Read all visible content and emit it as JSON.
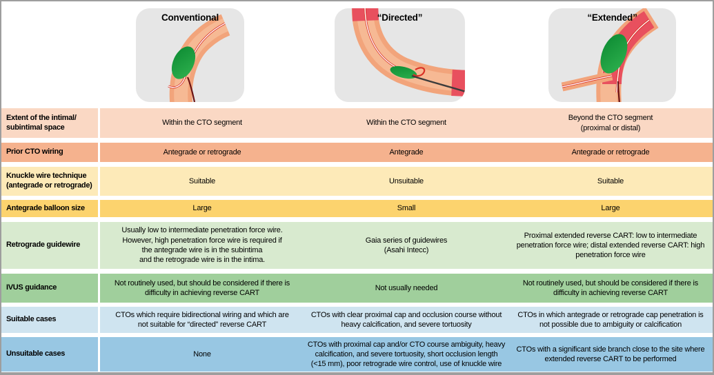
{
  "table": {
    "columns": [
      {
        "title": "Conventional"
      },
      {
        "title": "“Directed”"
      },
      {
        "title": "“Extended”"
      }
    ],
    "rows": [
      {
        "label": "Extent of the intimal/\nsubintimal space",
        "color": "#fad8c4",
        "cells": [
          "Within the CTO segment",
          "Within the CTO segment",
          "Beyond the CTO segment\n(proximal or distal)"
        ]
      },
      {
        "label": "Prior CTO wiring",
        "color": "#f5b28e",
        "cells": [
          "Antegrade or retrograde",
          "Antegrade",
          "Antegrade or retrograde"
        ]
      },
      {
        "label": "Knuckle wire technique\n(antegrade or retrograde)",
        "color": "#fdeab8",
        "cells": [
          "Suitable",
          "Unsuitable",
          "Suitable"
        ]
      },
      {
        "label": "Antegrade balloon size",
        "color": "#fcd36e",
        "cells": [
          "Large",
          "Small",
          "Large"
        ]
      },
      {
        "label": "Retrograde guidewire",
        "color": "#d8eacf",
        "cells": [
          "Usually low to intermediate penetration force wire.\nHowever, high penetration force wire is required if\nthe antegrade wire is in the subintima\nand the retrograde wire is in the intima.",
          "Gaia series of guidewires\n(Asahi Intecc)",
          "Proximal extended reverse CART: low to intermediate\npenetration force wire; distal extended reverse CART: high\npenetration force wire"
        ]
      },
      {
        "label": "IVUS guidance",
        "color": "#a0cf9c",
        "cells": [
          "Not routinely used, but should be considered if there is\ndifficulty in achieving reverse CART",
          "Not usually needed",
          "Not routinely used, but should be considered if there is\ndifficulty in achieving reverse CART"
        ]
      },
      {
        "label": "Suitable cases",
        "color": "#cfe4f0",
        "cells": [
          "CTOs which require bidirectional wiring and which are\nnot suitable for “directed” reverse CART",
          "CTOs with clear proximal cap and occlusion course without\nheavy calcification, and severe tortuosity",
          "CTOs in which antegrade or retrograde cap penetration is\nnot possible due to ambiguity or calcification"
        ]
      },
      {
        "label": "Unsuitable cases",
        "color": "#98c7e3",
        "cells": [
          "None",
          "CTOs with proximal cap and/or CTO course ambiguity, heavy\ncalcification, and severe tortuosity, short occlusion length\n(<15 mm), poor retrograde wire control, use of knuckle wire",
          "CTOs with a significant side branch close to the site where\nextended reverse CART to be performed"
        ]
      }
    ]
  },
  "illustration_palette": {
    "panel_background": "#e6e6e6",
    "vessel_wall": "#f2a47b",
    "vessel_core": "#f6b994",
    "lumen_red": "#e8505e",
    "balloon_green_dark": "#0c8a32",
    "balloon_green_light": "#2fb24f",
    "wire_red": "#d93025",
    "wire_white": "#ffffff",
    "wire_dark": "#6b1414",
    "wire_black": "#3c3c3c",
    "border_gray": "#9e9e9e"
  }
}
